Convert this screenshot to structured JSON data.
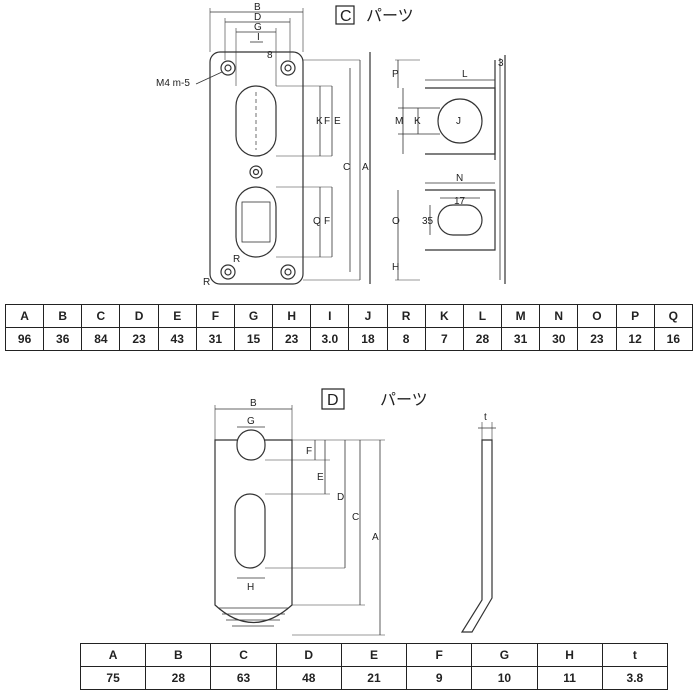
{
  "partC": {
    "box_letter": "C",
    "title": "パーツ",
    "screw_label": "M4 m-5",
    "drawing_labels": [
      "B",
      "D",
      "G",
      "I",
      "8",
      "L",
      "P",
      "3",
      "M",
      "K",
      "J",
      "F",
      "E",
      "C",
      "A",
      "N",
      "17",
      "O",
      "35",
      "H",
      "Q",
      "R"
    ],
    "table": {
      "headers": [
        "A",
        "B",
        "C",
        "D",
        "E",
        "F",
        "G",
        "H",
        "I",
        "J",
        "R",
        "K",
        "L",
        "M",
        "N",
        "O",
        "P",
        "Q"
      ],
      "values": [
        "96",
        "36",
        "84",
        "23",
        "43",
        "31",
        "15",
        "23",
        "3.0",
        "18",
        "8",
        "7",
        "28",
        "31",
        "30",
        "23",
        "12",
        "16"
      ]
    }
  },
  "partD": {
    "box_letter": "D",
    "title": "パーツ",
    "drawing_labels": [
      "B",
      "G",
      "F",
      "E",
      "D",
      "C",
      "A",
      "H",
      "t"
    ],
    "table": {
      "headers": [
        "A",
        "B",
        "C",
        "D",
        "E",
        "F",
        "G",
        "H",
        "t"
      ],
      "values": [
        "75",
        "28",
        "63",
        "48",
        "21",
        "9",
        "10",
        "11",
        "3.8"
      ]
    }
  }
}
